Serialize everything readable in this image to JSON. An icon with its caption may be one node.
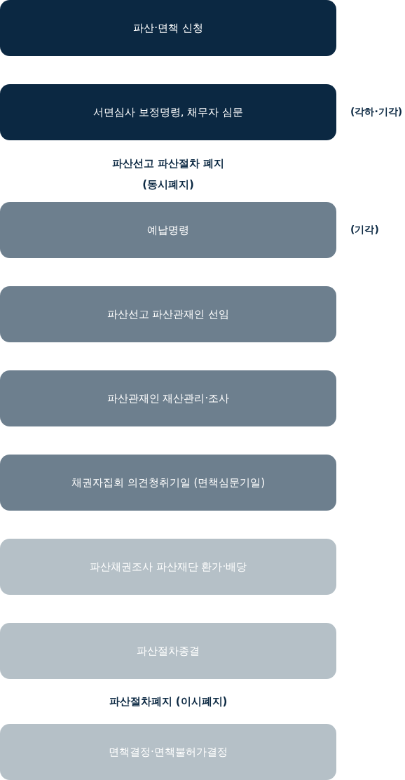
{
  "diagram": {
    "nodes": [
      {
        "text": [
          "파산·면책 신청"
        ]
      },
      {
        "text": [
          "서면심사 보정명령, 채무자 심문"
        ],
        "beside": [
          "(각하·기각)"
        ]
      },
      {
        "text": [
          "예납명령"
        ],
        "beside": [
          "(기각)"
        ]
      },
      {
        "text": [
          "파산선고 파산관재인 선임"
        ]
      },
      {
        "text": [
          "파산관재인 재산관리·조사"
        ]
      },
      {
        "text": [
          "채권자집회 의견청취기일 (면책심문기일)"
        ]
      },
      {
        "text": [
          "파산채권조사 파산재단 환가·배당"
        ]
      },
      {
        "text": [
          "파산절차종결"
        ]
      },
      {
        "text": [
          "면책결정·면책불허가결정"
        ]
      }
    ],
    "labels": [
      "파산선고 파산절차 폐지 (동시폐지)",
      "파산절차폐지 (이시폐지)"
    ]
  }
}
